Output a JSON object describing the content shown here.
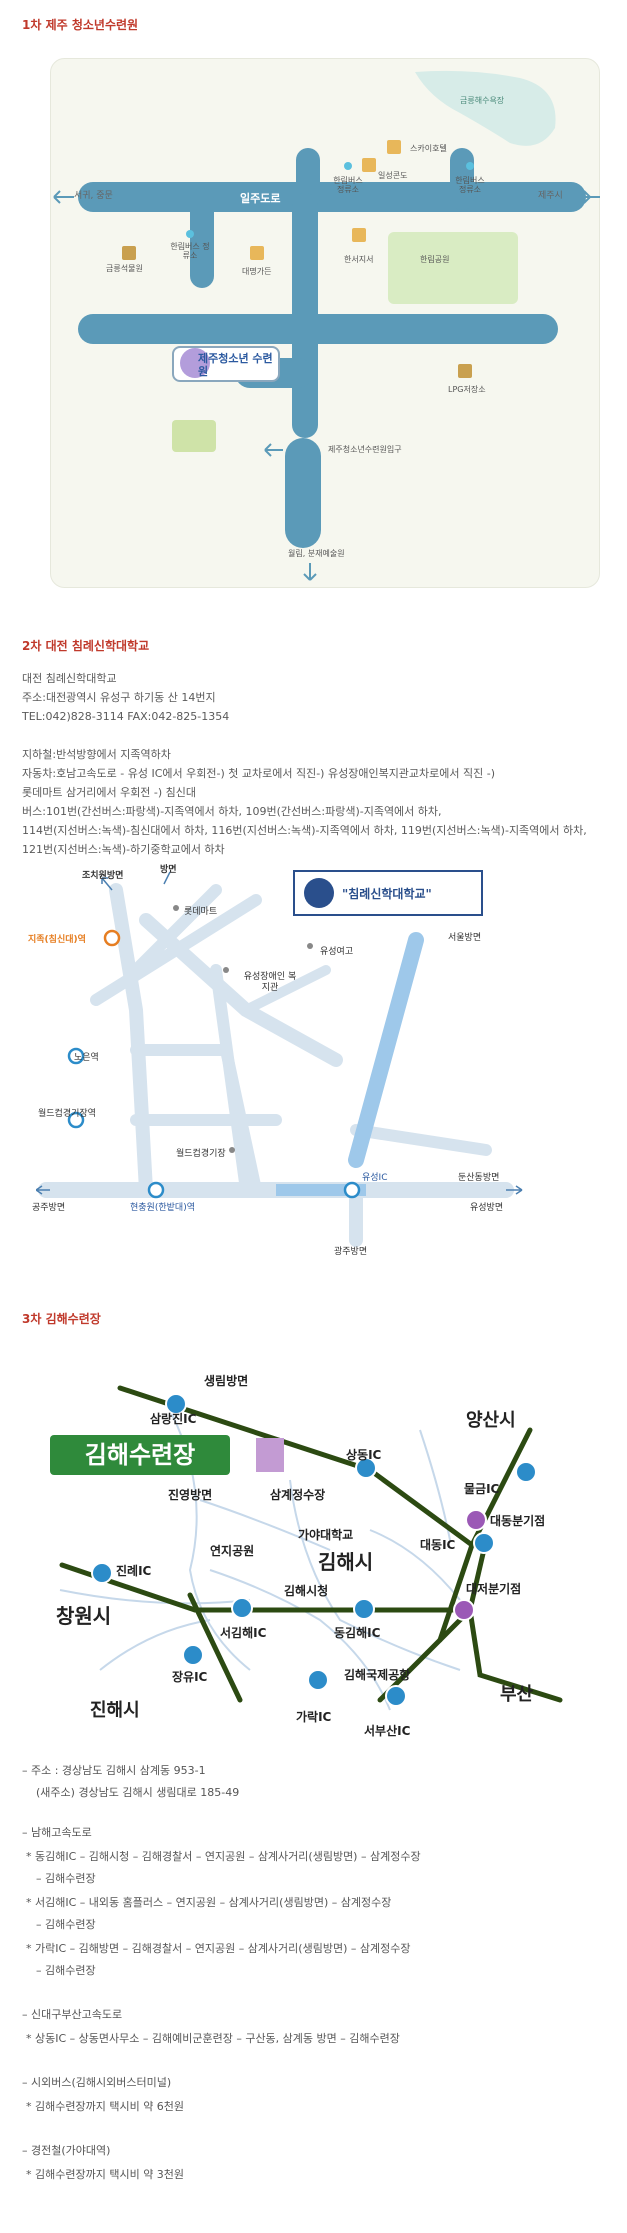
{
  "section1": {
    "title": "1차 제주 청소년수련원",
    "map": {
      "roads": {
        "iljudoro": "일주도로"
      },
      "directions": {
        "west": "서귀, 중문",
        "east": "제주시",
        "south": "월림, 분재예술원"
      },
      "places": {
        "geumneung_beach": "금릉해수욕장",
        "sky_hotel": "스카이호텔",
        "ilseong_condo": "일성콘도",
        "hallim_bus_stop": "한림버스 정류소",
        "hallim_bus_stop_top": "한림버스 정류소",
        "hallim_bus_stop_top2": "한림버스 정류소",
        "geumneung_park": "금릉석물원",
        "daemyeong_garden": "대명가든",
        "hanrim_office": "한서지서",
        "hanrim_park": "한림공원",
        "lpg": "LPG저장소",
        "center_name": "제주청소년 수련원",
        "entrance": "제주청소년수련원입구"
      }
    }
  },
  "section2": {
    "title": "2차 대전 침례신학대학교",
    "info": [
      "대전 침례신학대학교",
      "주소:대전광역시 유성구 하기동 산 14번지",
      "TEL:042)828-3114 FAX:042-825-1354",
      "",
      "지하철:반석방향에서 지족역하차",
      "자동차:호남고속도로 - 유성 IC에서 우회전-) 첫 교차로에서 직진-) 유성장애인복지관교차로에서 직진 -)",
      "롯데마트 삼거리에서 우회전 -) 침신대",
      "버스:101번(간선버스:파랑색)-지족역에서 하차, 109번(간선버스:파랑색)-지족역에서 하차,",
      "114번(지선버스:녹색)-침신대에서 하차, 116번(지선버스:녹색)-지족역에서 하차, 119번(지선버스:녹색)-지족역에서 하차,",
      "121번(지선버스:녹색)-하기중학교에서 하차"
    ],
    "map": {
      "logo_text": "\"침례신학대학교\"",
      "places": {
        "jochiwon": "조치원방면",
        "bangmyeon": "방면",
        "lottemart": "롯데마트",
        "jijok": "지족(침신대)역",
        "seoul": "서울방면",
        "yuseong_welfare": "유성장애인 복지관",
        "yuseong_girls": "유성여고",
        "nooeun": "노은역",
        "worldcup_station": "월드컵경기장역",
        "worldcup_stadium": "월드컵경기장",
        "yuseong_ic": "유성IC",
        "dunsan": "둔산동방면",
        "gongju": "공주방면",
        "hyeonchungwon": "현충원(한밭대)역",
        "yuseong_dir": "유성방면",
        "gwangju": "광주방면",
        "expressway": "호남고속도로"
      }
    }
  },
  "section3": {
    "title": "3차 김해수련장",
    "map": {
      "banner": "김해수련장",
      "places": {
        "saengnim": "생림방면",
        "samnangjin": "삼랑진IC",
        "sangdong": "상동IC",
        "yangsan": "양산시",
        "mulgeum": "물금IC",
        "daedong_jct": "대동분기점",
        "jinyeong": "진영방면",
        "samgye": "삼계정수장",
        "gaya_univ": "가야대학교",
        "yeonji": "연지공원",
        "gimhae_si": "김해시",
        "daedong_ic": "대동IC",
        "jinrye": "진례IC",
        "gimhae_hall": "김해시청",
        "daejeo_jct": "대저분기점",
        "changwon": "창원시",
        "seogimhae": "서김해IC",
        "donggimhae": "동김해IC",
        "jangyu": "장유IC",
        "gimhae_airport": "김해국제공항",
        "busan": "부산",
        "jinhae": "진해시",
        "garak": "가락IC",
        "seobusan": "서부산IC"
      }
    },
    "lines": [
      "– 주소 : 경상남도 김해시 삼계동 953-1",
      "(새주소) 경상남도 김해시 생림대로 185-49",
      "– 남해고속도로",
      "* 동김해IC – 김해시청 – 김해경찰서 – 연지공원 – 삼계사거리(생림방면) – 삼계정수장",
      "– 김해수련장",
      "* 서김해IC – 내외동 홈플러스 – 연지공원 – 삼계사거리(생림방면) – 삼계정수장",
      "– 김해수련장",
      "* 가락IC – 김해방면 – 김해경찰서 – 연지공원 – 삼계사거리(생림방면) – 삼계정수장",
      "– 김해수련장",
      "– 신대구부산고속도로",
      "* 상동IC – 상동면사무소 – 김해예비군훈련장 – 구산동, 삼계동 방면 – 김해수련장",
      "– 시외버스(김해시외버스터미널)",
      "* 김해수련장까지 택시비 약 6천원",
      "– 경전철(가야대역)",
      "* 김해수련장까지 택시비 약 3천원"
    ]
  },
  "colors": {
    "title_red": "#c0392b",
    "jeju_road": "#5b9ab8",
    "daejeon_road": "#d6e3ee",
    "daejeon_expressway": "#9ec8ea",
    "gimhae_road": "#2c4a12",
    "gimhae_banner": "#2f8a3b",
    "ic_blue": "#2c8cc9",
    "jc_purple": "#9b59b6"
  }
}
